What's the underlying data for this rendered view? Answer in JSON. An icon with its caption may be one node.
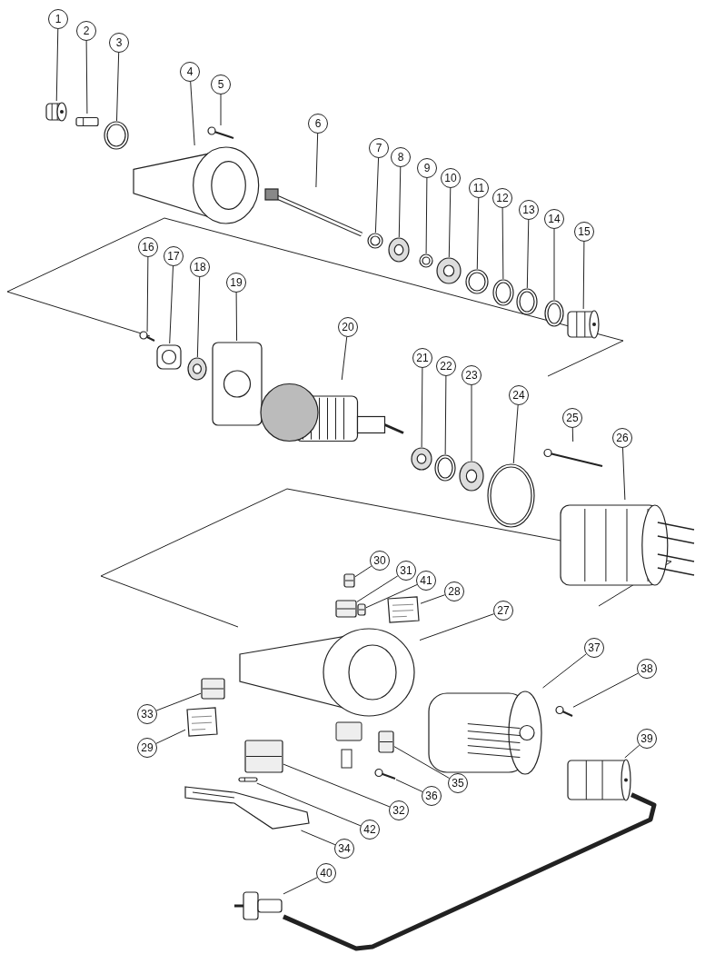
{
  "diagram": {
    "nodes": [
      {
        "text": [
          "1"
        ]
      },
      {
        "text": [
          "2"
        ]
      },
      {
        "text": [
          "3"
        ]
      },
      {
        "text": [
          "4"
        ]
      },
      {
        "text": [
          "5"
        ]
      },
      {
        "text": [
          "6"
        ]
      },
      {
        "text": [
          "7"
        ]
      },
      {
        "text": [
          "8"
        ]
      },
      {
        "text": [
          "9"
        ]
      },
      {
        "text": [
          "10"
        ]
      },
      {
        "text": [
          "11"
        ]
      },
      {
        "text": [
          "12"
        ]
      },
      {
        "text": [
          "13"
        ]
      },
      {
        "text": [
          "14"
        ]
      },
      {
        "text": [
          "15"
        ]
      },
      {
        "text": [
          "16"
        ]
      },
      {
        "text": [
          "17"
        ]
      },
      {
        "text": [
          "18"
        ]
      },
      {
        "text": [
          "19"
        ]
      },
      {
        "text": [
          "20"
        ]
      },
      {
        "text": [
          "21"
        ]
      },
      {
        "text": [
          "22"
        ]
      },
      {
        "text": [
          "23"
        ]
      },
      {
        "text": [
          "24"
        ]
      },
      {
        "text": [
          "25"
        ]
      },
      {
        "text": [
          "26"
        ]
      },
      {
        "text": [
          "27"
        ]
      },
      {
        "text": [
          "28"
        ]
      },
      {
        "text": [
          "29"
        ]
      },
      {
        "text": [
          "30"
        ]
      },
      {
        "text": [
          "31"
        ]
      },
      {
        "text": [
          "32"
        ]
      },
      {
        "text": [
          "33"
        ]
      },
      {
        "text": [
          "34"
        ]
      },
      {
        "text": [
          "35"
        ]
      },
      {
        "text": [
          "36"
        ]
      },
      {
        "text": [
          "37"
        ]
      },
      {
        "text": [
          "38"
        ]
      },
      {
        "text": [
          "39"
        ]
      },
      {
        "text": [
          "40"
        ]
      },
      {
        "text": [
          "41"
        ]
      },
      {
        "text": [
          "42"
        ]
      },
      {
        "text": [],
        "shape": "picture"
      },
      {
        "text": [],
        "shape": "picture"
      },
      {
        "text": [],
        "shape": "picture"
      },
      {
        "text": [],
        "shape": "picture"
      },
      {
        "text": [],
        "shape": "picture"
      },
      {
        "text": [],
        "shape": "picture"
      },
      {
        "text": [],
        "shape": "picture"
      },
      {
        "text": [],
        "shape": "picture"
      },
      {
        "text": [],
        "shape": "picture"
      },
      {
        "text": [],
        "shape": "picture"
      },
      {
        "text": [],
        "shape": "picture"
      },
      {
        "text": [],
        "shape": "picture"
      },
      {
        "text": [],
        "shape": "picture"
      },
      {
        "text": [],
        "shape": "picture"
      },
      {
        "text": [],
        "shape": "picture"
      },
      {
        "text": [],
        "shape": "picture"
      },
      {
        "text": [],
        "shape": "picture"
      },
      {
        "text": [],
        "shape": "picture"
      },
      {
        "text": [],
        "shape": "picture"
      },
      {
        "text": [],
        "shape": "picture"
      },
      {
        "text": [],
        "shape": "picture"
      },
      {
        "text": [],
        "shape": "picture"
      },
      {
        "text": [],
        "shape": "picture"
      },
      {
        "text": [],
        "shape": "picture"
      },
      {
        "text": [],
        "shape": "picture"
      },
      {
        "text": [],
        "shape": "picture"
      },
      {
        "text": [],
        "shape": "picture"
      },
      {
        "text": [],
        "shape": "picture"
      },
      {
        "text": [],
        "shape": "picture"
      },
      {
        "text": [],
        "shape": "picture"
      },
      {
        "text": [],
        "shape": "picture"
      },
      {
        "text": [],
        "shape": "picture"
      },
      {
        "text": [],
        "shape": "picture"
      },
      {
        "text": [],
        "shape": "picture"
      },
      {
        "text": [],
        "shape": "picture"
      },
      {
        "text": [],
        "shape": "picture"
      },
      {
        "text": [],
        "shape": "picture"
      },
      {
        "text": [],
        "shape": "picture"
      },
      {
        "text": [],
        "shape": "picture"
      },
      {
        "text": [],
        "shape": "picture"
      },
      {
        "text": [],
        "shape": "picture"
      },
      {
        "text": [],
        "shape": "picture"
      }
    ],
    "edges": [
      {
        "from": 0,
        "to": 42,
        "arrow": "none"
      },
      {
        "from": 1,
        "to": 43,
        "arrow": "none"
      },
      {
        "from": 2,
        "to": 44,
        "arrow": "none"
      },
      {
        "from": 3,
        "to": 45,
        "arrow": "none"
      },
      {
        "from": 4,
        "to": 46,
        "arrow": "none"
      },
      {
        "from": 5,
        "to": 47,
        "arrow": "none"
      },
      {
        "from": 6,
        "to": 48,
        "arrow": "none"
      },
      {
        "from": 7,
        "to": 49,
        "arrow": "none"
      },
      {
        "from": 8,
        "to": 50,
        "arrow": "none"
      },
      {
        "from": 9,
        "to": 51,
        "arrow": "none"
      },
      {
        "from": 10,
        "to": 52,
        "arrow": "none"
      },
      {
        "from": 11,
        "to": 53,
        "arrow": "none"
      },
      {
        "from": 12,
        "to": 54,
        "arrow": "none"
      },
      {
        "from": 13,
        "to": 55,
        "arrow": "none"
      },
      {
        "from": 14,
        "to": 56,
        "arrow": "none"
      },
      {
        "from": 15,
        "to": 57,
        "arrow": "none"
      },
      {
        "from": 16,
        "to": 58,
        "arrow": "none"
      },
      {
        "from": 17,
        "to": 59,
        "arrow": "none"
      },
      {
        "from": 18,
        "to": 60,
        "arrow": "none"
      },
      {
        "from": 19,
        "to": 61,
        "arrow": "none"
      },
      {
        "from": 20,
        "to": 62,
        "arrow": "none"
      },
      {
        "from": 21,
        "to": 63,
        "arrow": "none"
      },
      {
        "from": 22,
        "to": 64,
        "arrow": "none"
      },
      {
        "from": 23,
        "to": 65,
        "arrow": "none"
      },
      {
        "from": 24,
        "to": 66,
        "arrow": "none"
      },
      {
        "from": 25,
        "to": 67,
        "arrow": "none"
      },
      {
        "from": 26,
        "to": 68,
        "arrow": "none"
      },
      {
        "from": 27,
        "to": 69,
        "arrow": "none"
      },
      {
        "from": 28,
        "to": 70,
        "arrow": "none"
      },
      {
        "from": 29,
        "to": 71,
        "arrow": "none"
      },
      {
        "from": 30,
        "to": 72,
        "arrow": "none"
      },
      {
        "from": 31,
        "to": 73,
        "arrow": "none"
      },
      {
        "from": 32,
        "to": 74,
        "arrow": "none"
      },
      {
        "from": 33,
        "to": 75,
        "arrow": "none"
      },
      {
        "from": 34,
        "to": 76,
        "arrow": "none"
      },
      {
        "from": 35,
        "to": 77,
        "arrow": "none"
      },
      {
        "from": 36,
        "to": 78,
        "arrow": "none"
      },
      {
        "from": 37,
        "to": 79,
        "arrow": "none"
      },
      {
        "from": 38,
        "to": 80,
        "arrow": "none"
      },
      {
        "from": 39,
        "to": 81,
        "arrow": "none"
      },
      {
        "from": 40,
        "to": 82,
        "arrow": "none"
      },
      {
        "from": 41,
        "to": 83,
        "arrow": "none"
      },
      {
        "from": 80,
        "to": 81,
        "arrow": "none",
        "style": "thick"
      }
    ]
  }
}
